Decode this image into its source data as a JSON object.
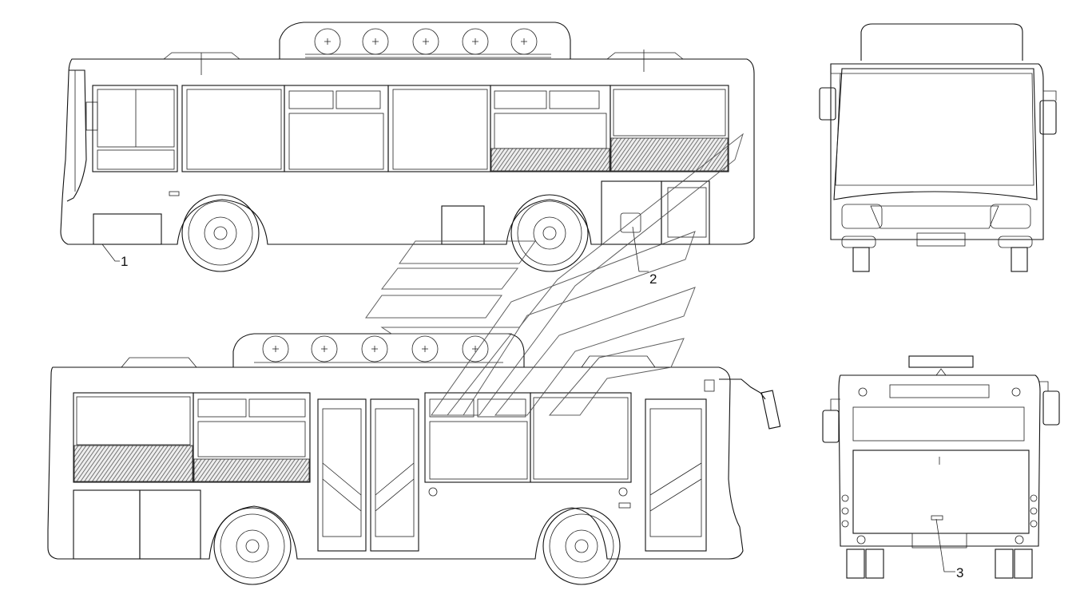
{
  "callouts": [
    {
      "id": "1",
      "label": "1"
    },
    {
      "id": "2",
      "label": "2"
    },
    {
      "id": "3",
      "label": "3"
    }
  ],
  "colors": {
    "line": "#111111",
    "background": "#ffffff",
    "hatch": "#555555"
  }
}
